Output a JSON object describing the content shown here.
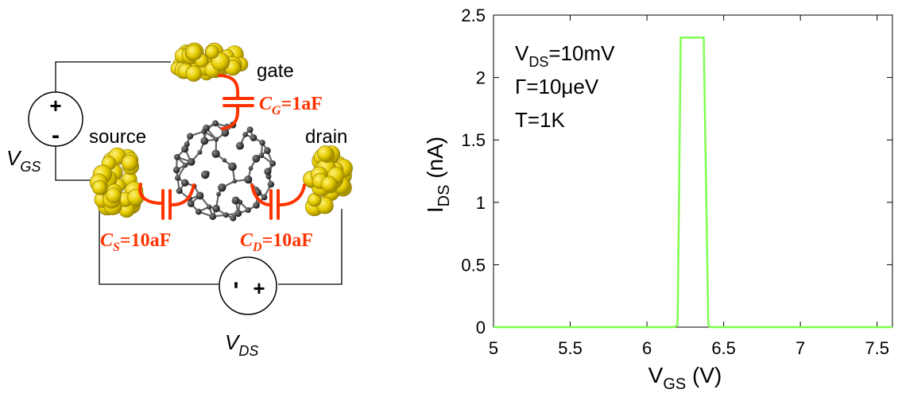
{
  "circuit": {
    "gate_label": "gate",
    "source_label": "source",
    "drain_label": "drain",
    "vgs_label": {
      "main": "V",
      "sub": "GS"
    },
    "vds_label": {
      "main": "V",
      "sub": "DS"
    },
    "vgs_source_signs": {
      "plus": "+",
      "minus": "-"
    },
    "vds_source_signs": {
      "minus": "'",
      "plus": "+"
    },
    "cap_gate": {
      "main": "C",
      "sub": "G",
      "value": "=1aF"
    },
    "cap_source": {
      "main": "C",
      "sub": "S",
      "value": "=10aF"
    },
    "cap_drain": {
      "main": "C",
      "sub": "D",
      "value": "=10aF"
    },
    "colors": {
      "capacitor": "#ff3300",
      "electrode": "#e6cc00",
      "wire": "#000000"
    }
  },
  "chart_data": {
    "type": "line",
    "xlabel": {
      "main": "V",
      "sub": "GS",
      "tail": " (V)"
    },
    "ylabel": {
      "main": "I",
      "sub": "DS",
      "tail": " (nA)"
    },
    "xlim": [
      5,
      7.6
    ],
    "ylim": [
      0,
      2.5
    ],
    "xticks": [
      "5",
      "5.5",
      "6",
      "6.5",
      "7",
      "7.5"
    ],
    "yticks": [
      "0",
      "0.5",
      "1",
      "1.5",
      "2",
      "2.5"
    ],
    "annotations": [
      {
        "main": "V",
        "sub": "DS",
        "tail": "=10mV"
      },
      {
        "main": "Γ",
        "sub": "",
        "tail": "=10μeV"
      },
      {
        "main": "T",
        "sub": "",
        "tail": "=1K"
      }
    ],
    "series": [
      {
        "color": "#7fff4f",
        "x": [
          5.0,
          6.18,
          6.2,
          6.22,
          6.37,
          6.4,
          6.41,
          7.6
        ],
        "y": [
          0,
          0,
          0.02,
          2.32,
          2.32,
          0.02,
          0,
          0
        ]
      }
    ]
  }
}
